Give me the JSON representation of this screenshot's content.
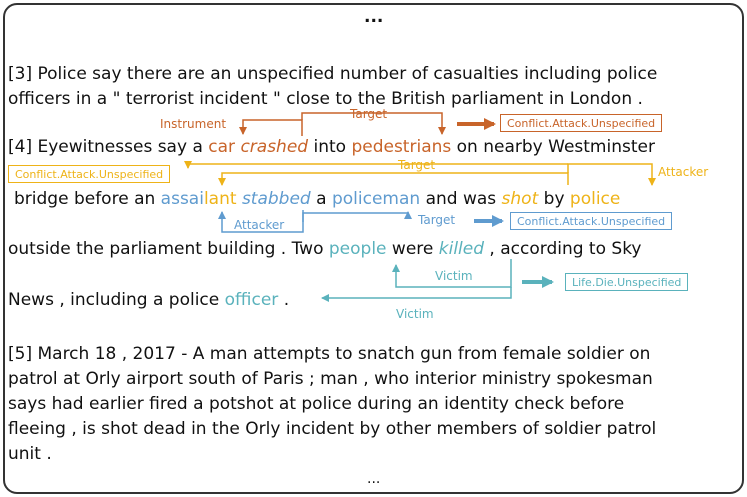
{
  "ellipsis_top": "...",
  "ellipsis_bottom": "...",
  "colors": {
    "orange": "#c8642a",
    "yellow": "#eeb318",
    "blue": "#5f9bcf",
    "teal": "#5ab2bc",
    "text": "#111111",
    "border": "#333333"
  },
  "paragraph3": {
    "line1": "[3] Police say there are an unspecified number of casualties including police",
    "line2": "officers in a \" terrorist incident \" close to the British parliament in London ."
  },
  "paragraph4": {
    "line1": {
      "p1": "[4] Eyewitnesses say a ",
      "car": "car",
      "crashed": "crashed",
      "p2": " into ",
      "pedestrians": "pedestrians",
      "p3": " on nearby Westminster"
    },
    "line2": {
      "p0": "bridge before an ",
      "assai": "assai",
      "lant": "lant",
      "stabbed": "stabbed",
      "p1": " a ",
      "policeman": "policeman",
      "p2": " and was ",
      "shot": "shot",
      "p3": " by ",
      "police": "police"
    },
    "line3": {
      "p0": "outside the parliament building . Two ",
      "people": "people",
      "p1": " were ",
      "killed": "killed",
      "p2": " , according to Sky"
    },
    "line4": {
      "p0": "News , including a police ",
      "officer": "officer",
      "p1": " ."
    }
  },
  "paragraph5": {
    "lines": [
      "[5] March 18 , 2017 - A man attempts to snatch gun from female soldier on",
      "patrol at Orly airport south of Paris ; man , who interior ministry spokesman",
      "says had earlier fired a potshot at police during an identity check before",
      "fleeing , is shot dead in the Orly incident by other members of soldier patrol",
      "unit ."
    ]
  },
  "annotations": {
    "crashed": {
      "instrument": "Instrument",
      "target": "Target",
      "event_type": "Conflict.Attack.Unspecified"
    },
    "shot": {
      "target": "Target",
      "attacker": "Attacker",
      "event_type": "Conflict.Attack.Unspecified"
    },
    "stabbed": {
      "attacker": "Attacker",
      "target": "Target",
      "event_type": "Conflict.Attack.Unspecified"
    },
    "killed": {
      "victim_people": "Victim",
      "victim_officer": "Victim",
      "event_type": "Life.Die.Unspecified"
    }
  }
}
